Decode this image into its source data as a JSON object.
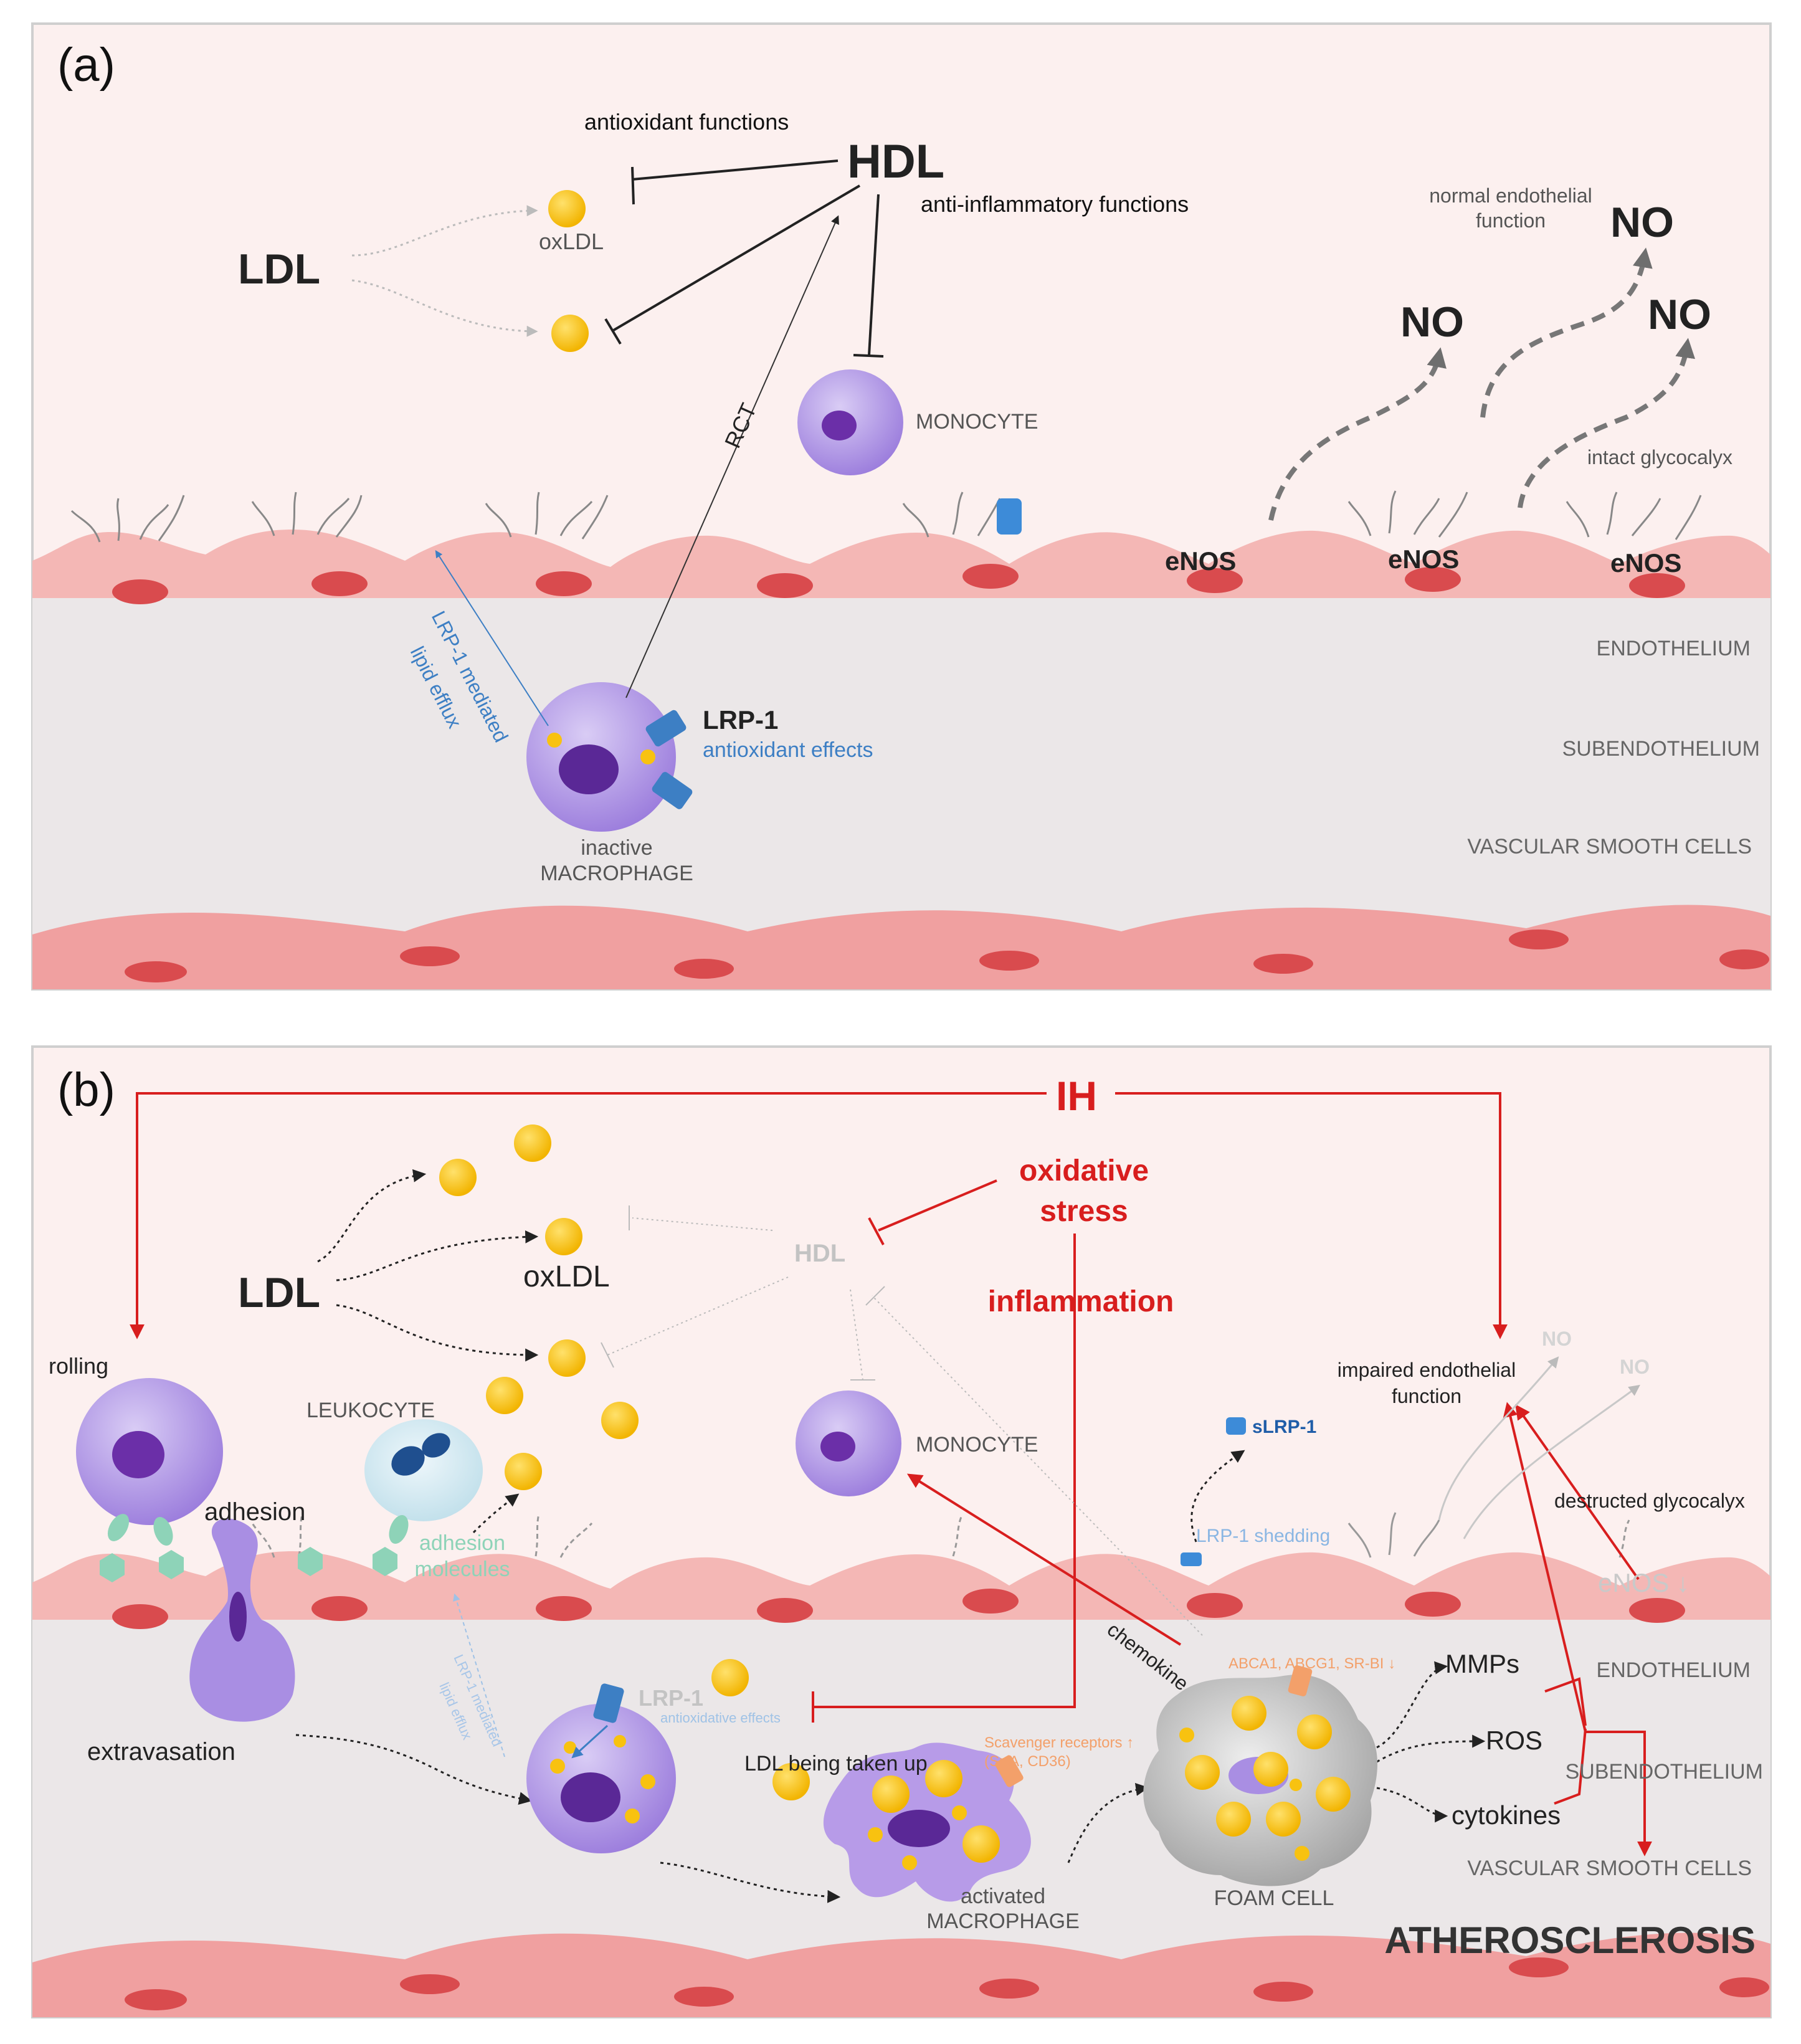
{
  "colors": {
    "panel_bg": "#fcf0ef",
    "tissue_bg": "#ebe7e8",
    "endothelium": "#f4b7b5",
    "nucleus": "#d94b4e",
    "lipid": "#f8c210",
    "monocyte": "#a98ee3",
    "receptor_blue": "#3d7fc4",
    "adhesion_green": "#8ed3b8",
    "ih_red": "#d81e1e",
    "scavenger_orange": "#f3a06a"
  },
  "panel_a": {
    "label": "(a)",
    "hdl": "HDL",
    "ldl": "LDL",
    "oxldl": "oxLDL",
    "antioxidant_functions": "antioxidant functions",
    "anti_inflammatory_functions": "anti-inflammatory functions",
    "rct": "RCT",
    "monocyte": "MONOCYTE",
    "lrp1": "LRP-1",
    "antioxidant_effects": "antioxidant effects",
    "lrp1_efflux_line1": "LRP-1 mediated",
    "lrp1_efflux_line2": "lipid efflux",
    "macrophage_line1": "inactive",
    "macrophage_line2": "MACROPHAGE",
    "normal_endo_line1": "normal endothelial",
    "normal_endo_line2": "function",
    "no": "NO",
    "intact_glycocalyx": "intact glycocalyx",
    "enos": "eNOS",
    "layers": [
      "ENDOTHELIUM",
      "SUBENDOTHELIUM",
      "VASCULAR SMOOTH CELLS"
    ]
  },
  "panel_b": {
    "label": "(b)",
    "ih": "IH",
    "oxidative_stress_line1": "oxidative",
    "oxidative_stress_line2": "stress",
    "inflammation": "inflammation",
    "hdl": "HDL",
    "ldl": "LDL",
    "oxldl": "oxLDL",
    "rolling": "rolling",
    "leukocyte": "LEUKOCYTE",
    "adhesion": "adhesion",
    "adhesion_molecules_line1": "adhesion",
    "adhesion_molecules_line2": "molecules",
    "extravasation": "extravasation",
    "monocyte": "MONOCYTE",
    "slrp1": "sLRP-1",
    "lrp1_shedding": "LRP-1 shedding",
    "impaired_line1": "impaired endothelial",
    "impaired_line2": "function",
    "no": "NO",
    "destructed_glycocalyx": "destructed glycocalyx",
    "enos_down": "eNOS ↓",
    "chemokine": "chemokine",
    "abca1": "ABCA1, ABCG1, SR-BI ↓",
    "lrp1": "LRP-1",
    "antioxidative_effects": "antioxidative effects",
    "lrp1_efflux_line1": "LRP-1 mediated",
    "lrp1_efflux_line2": "lipid efflux",
    "ldl_taken_up": "LDL being taken up",
    "scavenger_line1": "Scavenger receptors ↑",
    "scavenger_line2": "(Sr-A, CD36)",
    "activated_line1": "activated",
    "activated_line2": "MACROPHAGE",
    "foam_cell": "FOAM CELL",
    "mmps": "MMPs",
    "ros": "ROS",
    "cytokines": "cytokines",
    "atherosclerosis": "ATHEROSCLEROSIS",
    "layers": [
      "ENDOTHELIUM",
      "SUBENDOTHELIUM",
      "VASCULAR SMOOTH CELLS"
    ]
  }
}
